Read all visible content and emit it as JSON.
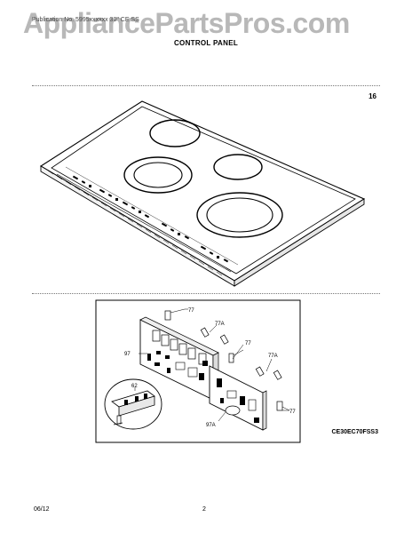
{
  "watermark": "AppliancePartsPros.com",
  "header_small": "Publication No. 5995xxxxxx   30\" CE   SS",
  "title": "CONTROL PANEL",
  "figure_number": "16",
  "callouts": {
    "c77_top": "77",
    "c77a_left": "77A",
    "c77_mid": "77",
    "c77a_right": "77A",
    "c97": "97",
    "c62": "62",
    "c97a": "97A",
    "c77_bottom": "77"
  },
  "model": "CE30EC70FSS3",
  "footer": {
    "date": "06/12",
    "page": "2"
  }
}
